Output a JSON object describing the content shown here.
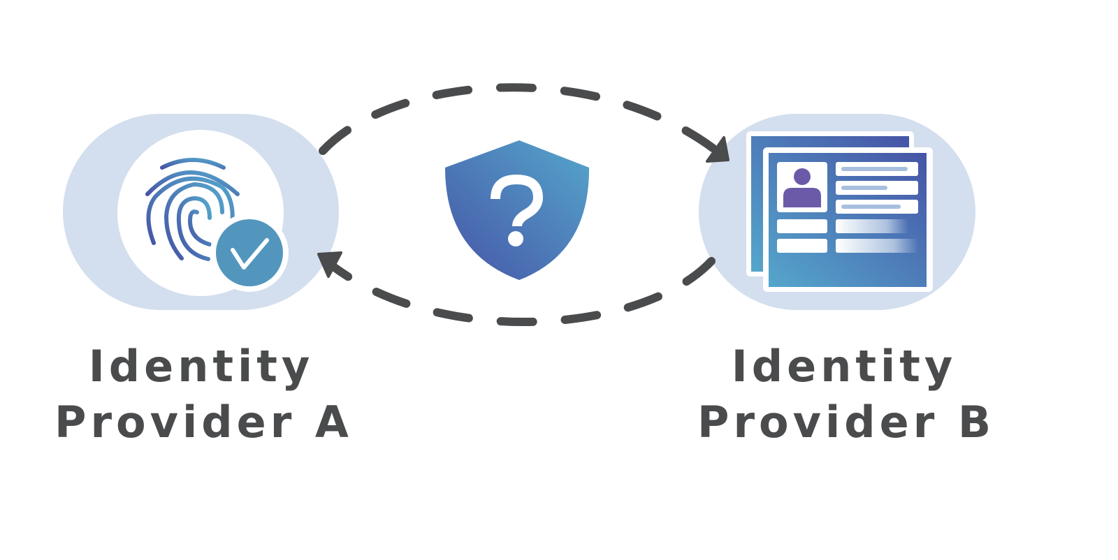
{
  "providers": {
    "a": {
      "line1": "Identity",
      "line2": "Provider A",
      "icon": "fingerprint-check-icon"
    },
    "b": {
      "line1": "Identity",
      "line2": "Provider B",
      "icon": "id-profile-card-icon"
    }
  },
  "center": {
    "icon": "shield-question-icon",
    "glyph": "?"
  },
  "flow": {
    "style": "dashed",
    "direction": "bidirectional"
  },
  "colors": {
    "bubble": "#d3deee",
    "arrow": "#4a4b4c",
    "text": "#4a4b4c",
    "gradient_light": "#55a6cc",
    "gradient_dark": "#4654a6",
    "check_circle": "#5396bd",
    "avatar": "#6a5aa8",
    "card_line": "#a7bede"
  }
}
